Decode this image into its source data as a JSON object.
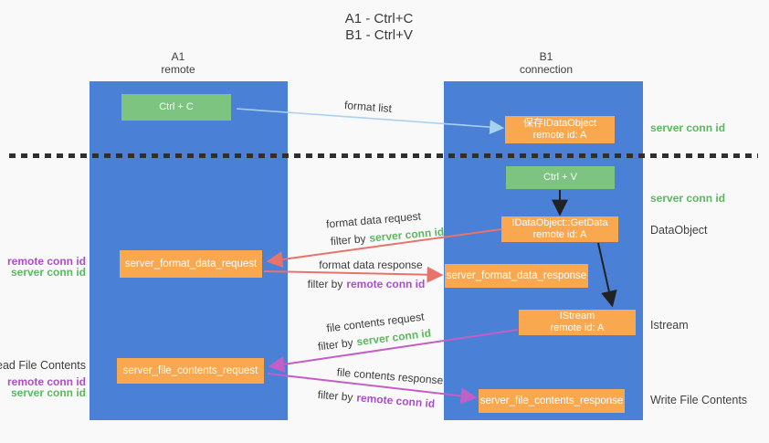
{
  "title": {
    "line1": "A1 - Ctrl+C",
    "line2": "B1 - Ctrl+V"
  },
  "lanes": {
    "a1": {
      "title": "A1",
      "subtitle": "remote"
    },
    "b1": {
      "title": "B1",
      "subtitle": "connection"
    }
  },
  "nodes": {
    "ctrl_c": {
      "label": "Ctrl + C"
    },
    "save_dataobject": {
      "line1": "保存IDataObject",
      "line2": "remote id: A"
    },
    "ctrl_v": {
      "label": "Ctrl + V"
    },
    "getdata": {
      "line1": "IDataObject::GetData",
      "line2": "remote id: A"
    },
    "format_request": {
      "label": "server_format_data_request"
    },
    "format_response": {
      "label": "server_format_data_response"
    },
    "istream": {
      "line1": "IStream",
      "line2": "remote id: A"
    },
    "file_request": {
      "label": "server_file_contents_request"
    },
    "file_response": {
      "label": "server_file_contents_response"
    }
  },
  "edge_labels": {
    "format_list": "format list",
    "format_data_request": "format data request",
    "format_data_response": "format data response",
    "file_contents_request": "file contents request",
    "file_contents_response": "file contents response",
    "filter_by": "filter by",
    "server_conn_id": "server conn id",
    "remote_conn_id": "remote conn id"
  },
  "side_labels": {
    "left": {
      "remote_conn_id": "remote conn id",
      "server_conn_id": "server conn id",
      "read_file_contents": "Read File Contents",
      "remote_conn_id_2": "remote conn id",
      "server_conn_id_2": "server conn id"
    },
    "right": {
      "server_conn_id_top": "server conn id",
      "server_conn_id_mid": "server conn id",
      "dataobject": "DataObject",
      "istream": "Istream",
      "write_file_contents": "Write File Contents"
    }
  },
  "colors": {
    "lane_blue": "#4a80d6",
    "box_orange": "#f9a84f",
    "box_green": "#7cc47f",
    "text_green": "#5cb860",
    "text_purple": "#ab4fc9",
    "arrow_red": "#e8736b",
    "arrow_magenta": "#c45ec6",
    "arrow_blue": "#a9d2f0",
    "arrow_black": "#222222"
  }
}
